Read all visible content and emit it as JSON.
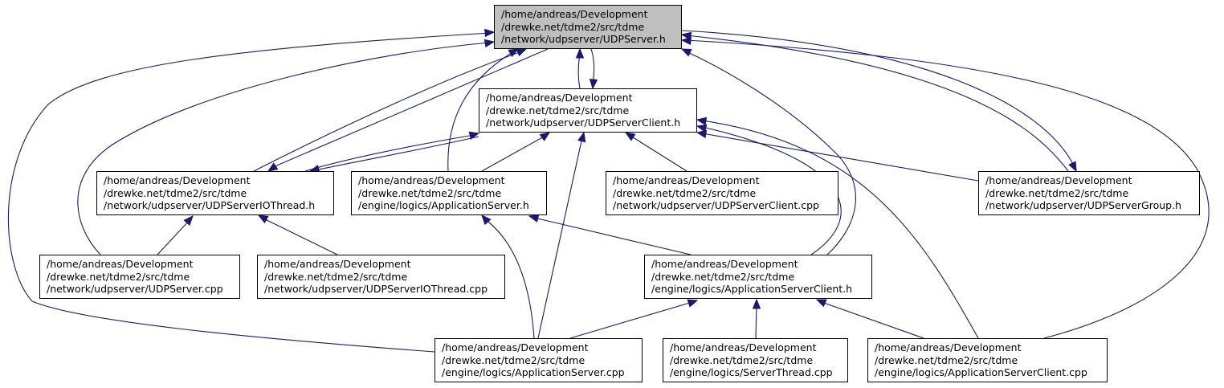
{
  "nodes": {
    "udpserver_h": [
      "/home/andreas/Development",
      "/drewke.net/tdme2/src/tdme",
      "/network/udpserver/UDPServer.h"
    ],
    "udpserverclient_h": [
      "/home/andreas/Development",
      "/drewke.net/tdme2/src/tdme",
      "/network/udpserver/UDPServerClient.h"
    ],
    "udpserveriothread_h": [
      "/home/andreas/Development",
      "/drewke.net/tdme2/src/tdme",
      "/network/udpserver/UDPServerIOThread.h"
    ],
    "applicationserver_h": [
      "/home/andreas/Development",
      "/drewke.net/tdme2/src/tdme",
      "/engine/logics/ApplicationServer.h"
    ],
    "udpserverclient_cpp": [
      "/home/andreas/Development",
      "/drewke.net/tdme2/src/tdme",
      "/network/udpserver/UDPServerClient.cpp"
    ],
    "udpservergroup_h": [
      "/home/andreas/Development",
      "/drewke.net/tdme2/src/tdme",
      "/network/udpserver/UDPServerGroup.h"
    ],
    "udpserver_cpp": [
      "/home/andreas/Development",
      "/drewke.net/tdme2/src/tdme",
      "/network/udpserver/UDPServer.cpp"
    ],
    "udpserveriothread_cpp": [
      "/home/andreas/Development",
      "/drewke.net/tdme2/src/tdme",
      "/network/udpserver/UDPServerIOThread.cpp"
    ],
    "applicationserverclient_h": [
      "/home/andreas/Development",
      "/drewke.net/tdme2/src/tdme",
      "/engine/logics/ApplicationServerClient.h"
    ],
    "applicationserver_cpp": [
      "/home/andreas/Development",
      "/drewke.net/tdme2/src/tdme",
      "/engine/logics/ApplicationServer.cpp"
    ],
    "serverthread_cpp": [
      "/home/andreas/Development",
      "/drewke.net/tdme2/src/tdme",
      "/engine/logics/ServerThread.cpp"
    ],
    "applicationserverclient_cpp": [
      "/home/andreas/Development",
      "/drewke.net/tdme2/src/tdme",
      "/engine/logics/ApplicationServerClient.cpp"
    ]
  },
  "colors": {
    "edge": "#191970",
    "root_fill": "#bfbfbf",
    "node_fill": "#ffffff",
    "node_border": "#000000"
  }
}
